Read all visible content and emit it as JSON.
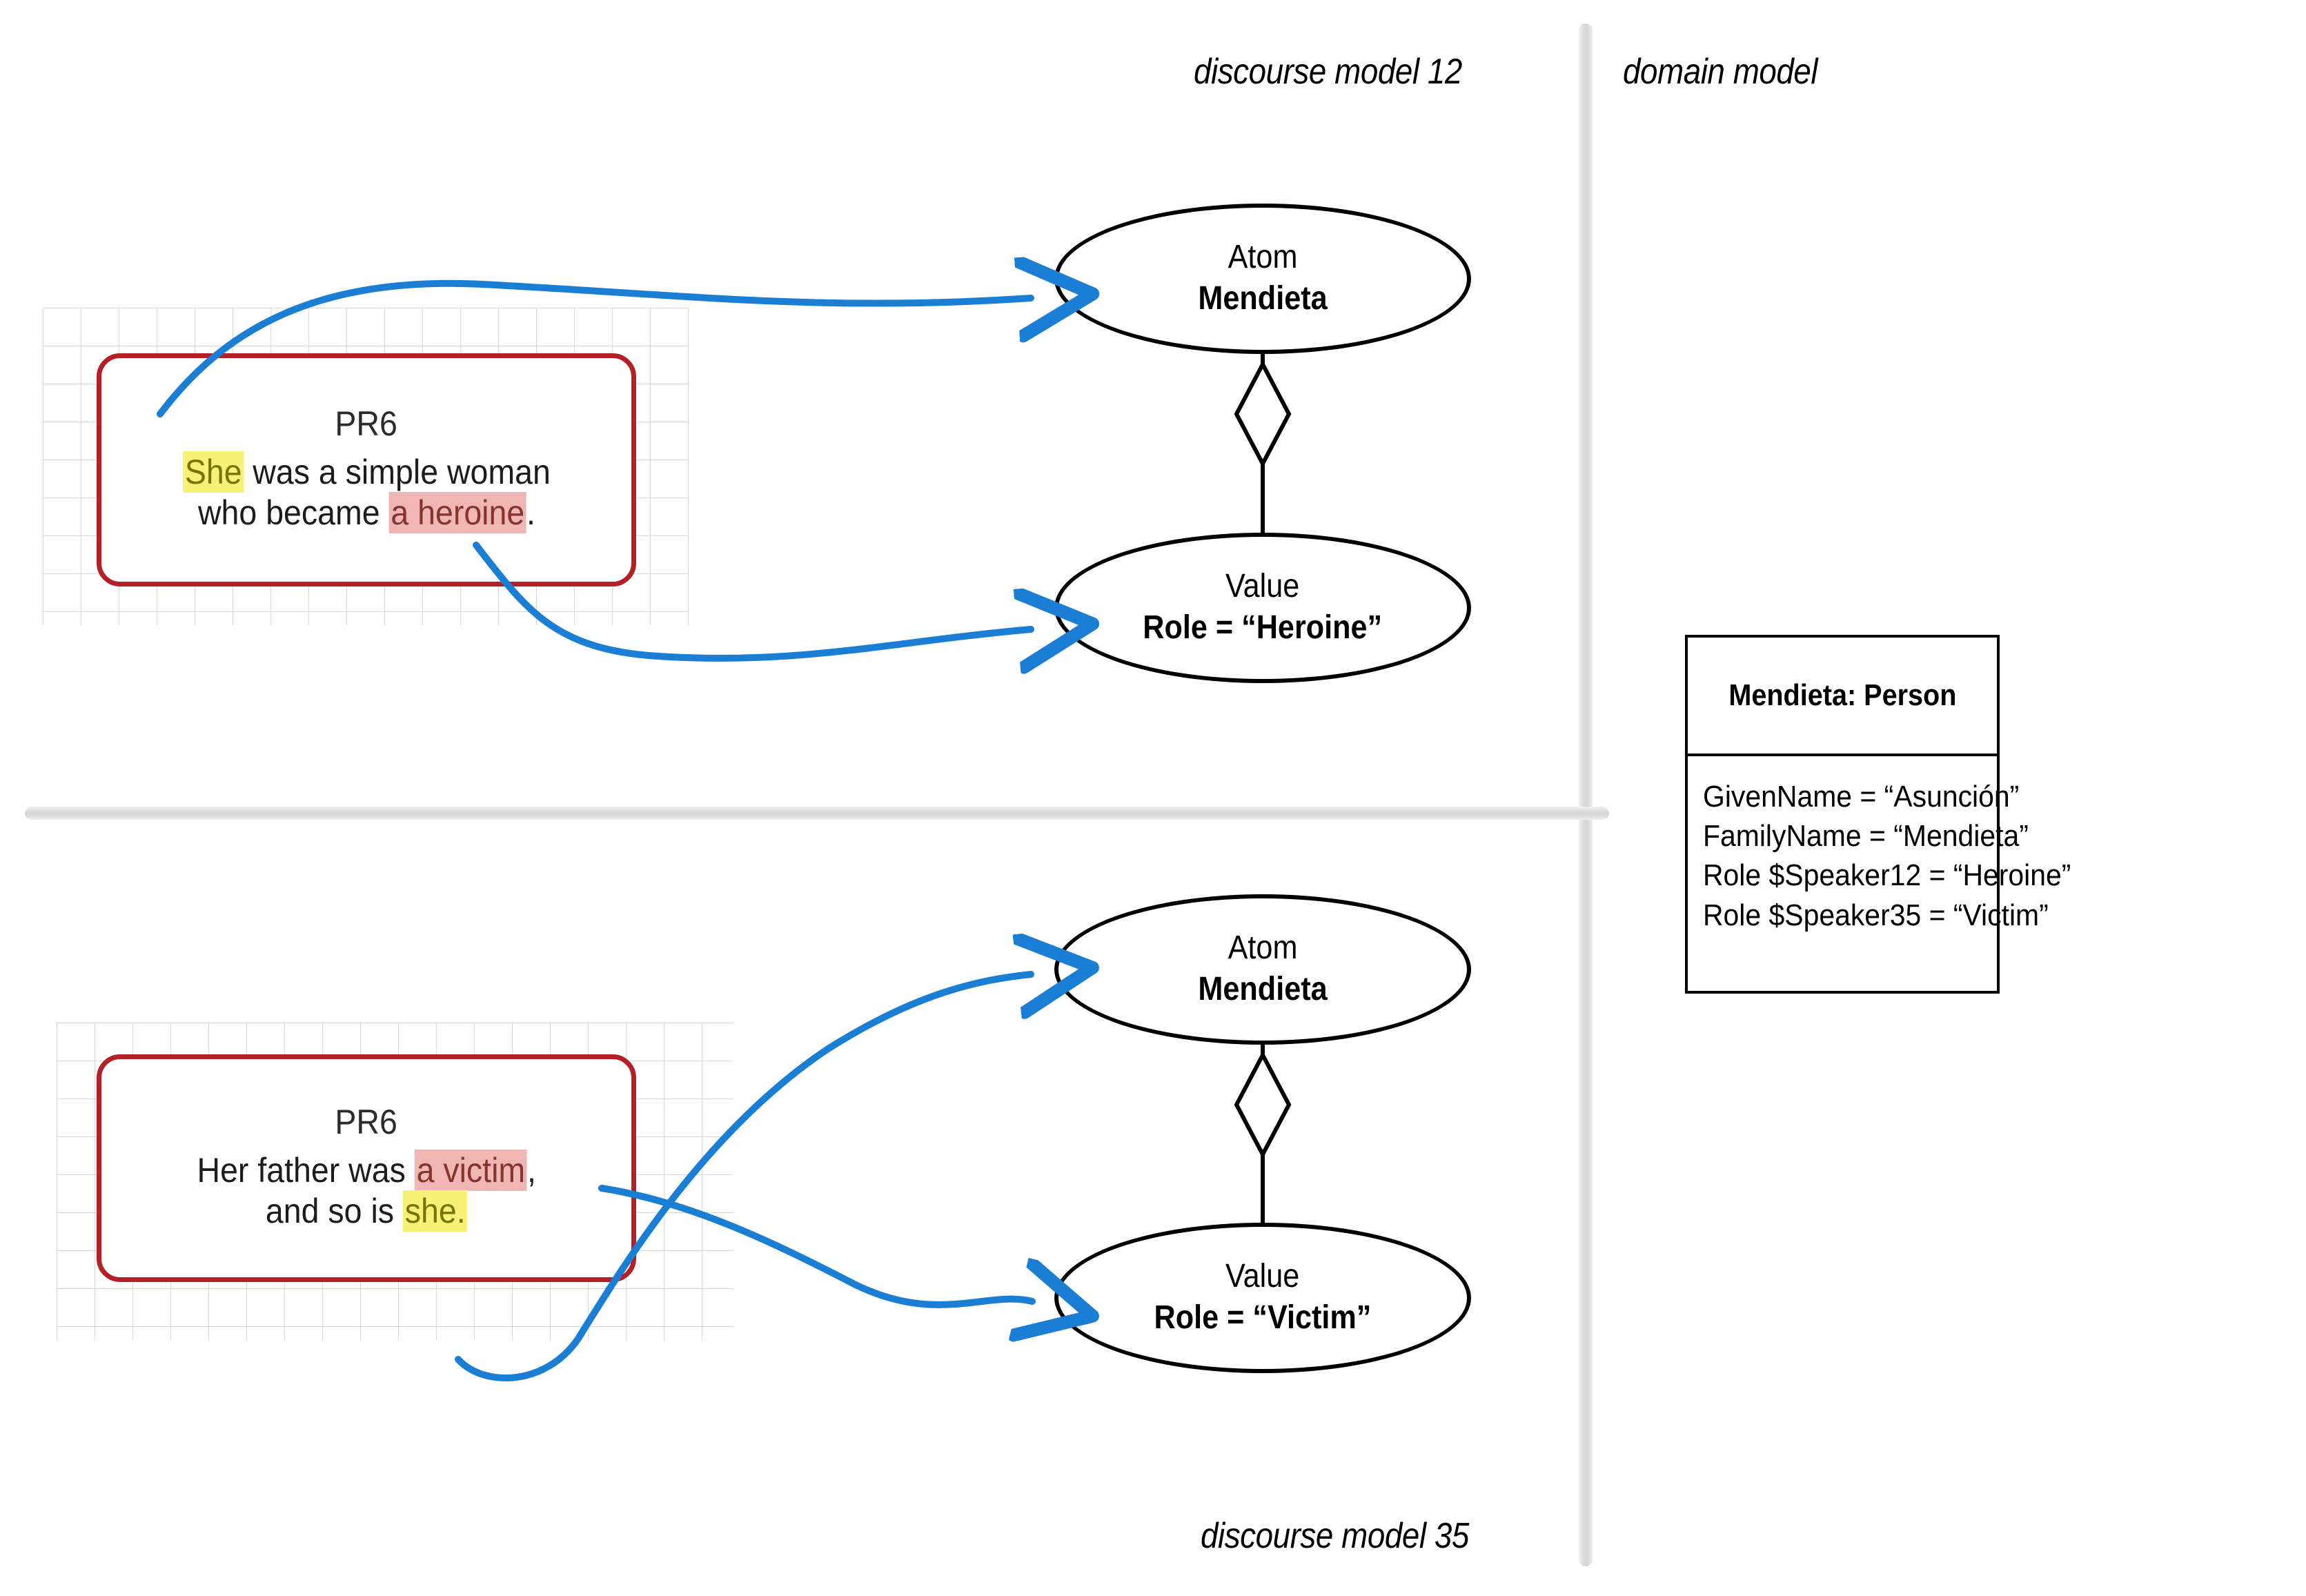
{
  "panels": {
    "discourse_12_label": "discourse model 12",
    "domain_label": "domain model",
    "discourse_35_label": "discourse model 35"
  },
  "discourse_12": {
    "textbox": {
      "tag": "PR6",
      "line1_part1": "She",
      "line1_part2": " was a simple woman",
      "line2_part1": "who became ",
      "line2_part2": "a heroine",
      "line2_part3": "."
    },
    "atom_node": {
      "kind": "Atom",
      "value": "Mendieta"
    },
    "value_node": {
      "kind": "Value",
      "value": "Role = “Heroine”"
    }
  },
  "discourse_35": {
    "textbox": {
      "tag": "PR6",
      "line1_part1": "Her father was ",
      "line1_part2": "a victim",
      "line1_part3": ",",
      "line2_part1": "and so is ",
      "line2_part2": "she."
    },
    "atom_node": {
      "kind": "Atom",
      "value": "Mendieta"
    },
    "value_node": {
      "kind": "Value",
      "value": "Role = “Victim”"
    }
  },
  "domain_model": {
    "class_title": "Mendieta: Person",
    "attributes": [
      "GivenName = “Asunción”",
      "FamilyName = “Mendieta”",
      "Role $Speaker12 = “Heroine”",
      "Role $Speaker35 = “Victim”"
    ]
  },
  "colors": {
    "arrow_blue": "#1a7fd4",
    "box_red": "#b42025",
    "highlight_yellow": "#f7f176",
    "highlight_yellow_text": "#7c7308",
    "highlight_pink": "#f0b6b4",
    "highlight_pink_text": "#86342f",
    "divider_grey": "#dcdcdc",
    "grid_grey": "#d9d9d9",
    "node_outline": "#000000"
  }
}
